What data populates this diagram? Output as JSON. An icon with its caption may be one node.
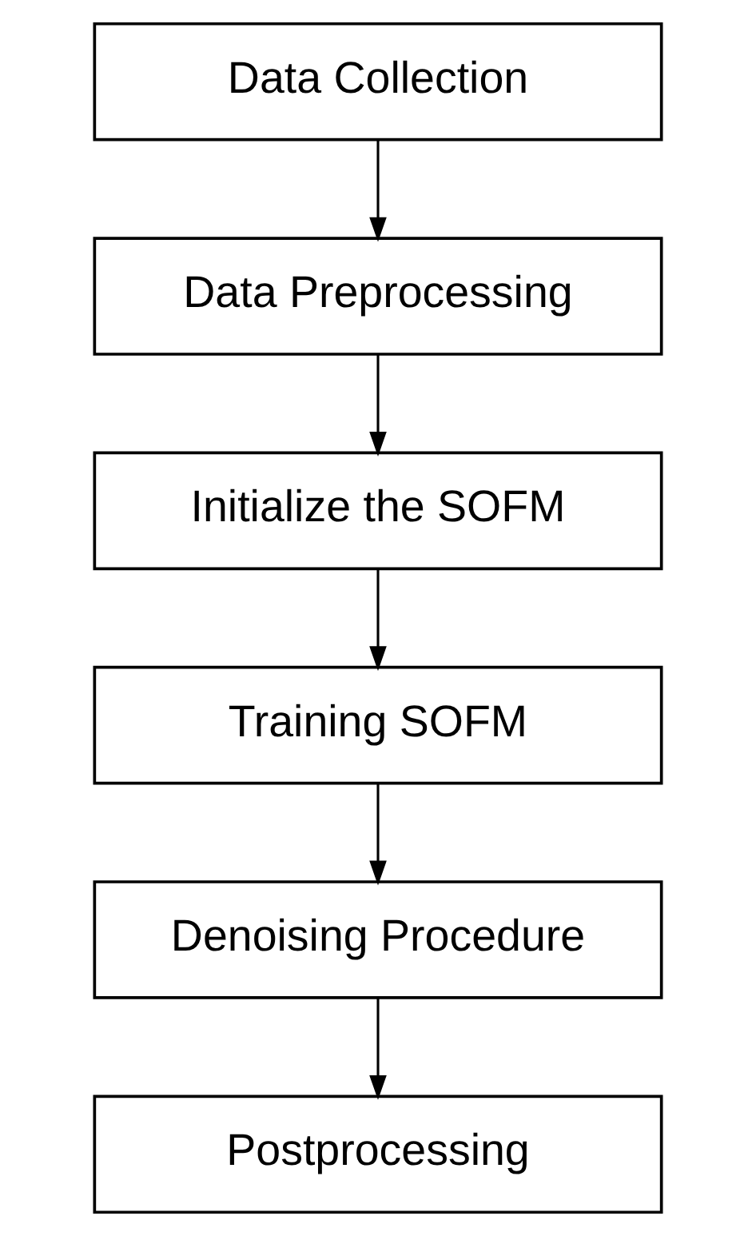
{
  "diagram": {
    "nodes": [
      {
        "text": [
          "Data Collection"
        ]
      },
      {
        "text": [
          "Data Preprocessing"
        ]
      },
      {
        "text": [
          "Initialize the SOFM"
        ]
      },
      {
        "text": [
          "Training SOFM"
        ]
      },
      {
        "text": [
          "Denoising Procedure"
        ]
      },
      {
        "text": [
          "Postprocessing"
        ]
      }
    ],
    "edges": [
      {
        "from": 0,
        "to": 1,
        "arrow": "to"
      },
      {
        "from": 1,
        "to": 2,
        "arrow": "to"
      },
      {
        "from": 2,
        "to": 3,
        "arrow": "to"
      },
      {
        "from": 3,
        "to": 4,
        "arrow": "to"
      },
      {
        "from": 4,
        "to": 5,
        "arrow": "to"
      }
    ]
  }
}
